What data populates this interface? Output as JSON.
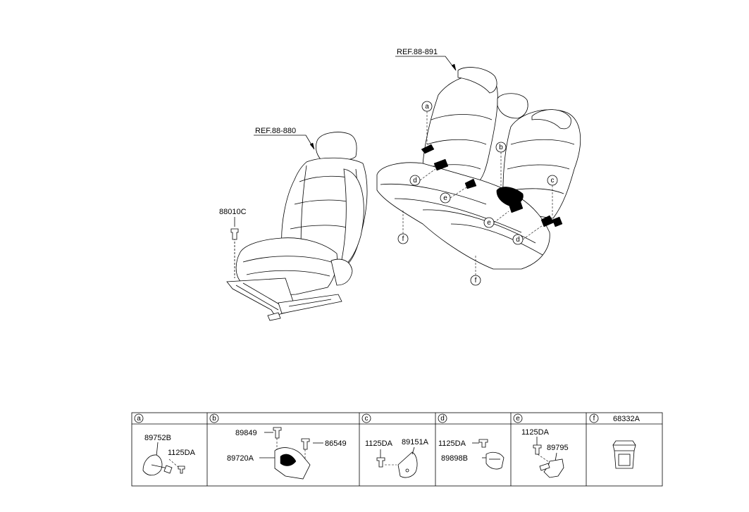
{
  "references": {
    "front_seat": "REF.88-880",
    "rear_seat": "REF.88-891"
  },
  "main_parts": {
    "bolt": "88010C"
  },
  "callouts": [
    "a",
    "b",
    "c",
    "d",
    "e",
    "f"
  ],
  "table": {
    "cells": [
      {
        "letter": "a",
        "parts": [
          "89752B",
          "1125DA"
        ]
      },
      {
        "letter": "b",
        "parts": [
          "89849",
          "86549",
          "89720A"
        ]
      },
      {
        "letter": "c",
        "parts": [
          "1125DA",
          "89151A"
        ]
      },
      {
        "letter": "d",
        "parts": [
          "1125DA",
          "89898B"
        ]
      },
      {
        "letter": "e",
        "parts": [
          "1125DA",
          "89795"
        ]
      },
      {
        "letter": "f",
        "parts": [
          "68332A"
        ]
      }
    ]
  }
}
